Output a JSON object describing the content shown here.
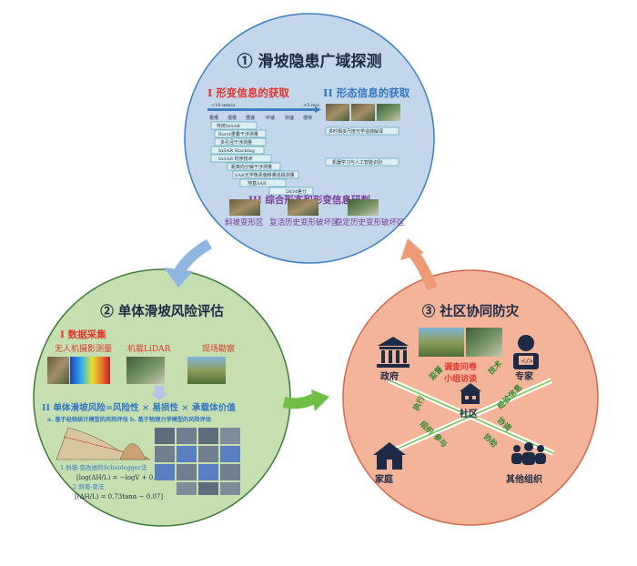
{
  "colors": {
    "circle1_fill": "#c3d6ea",
    "circle1_stroke": "#3b80c2",
    "circle2_fill": "#c6dfb0",
    "circle2_stroke": "#3d7a3b",
    "circle3_fill": "#f4b49a",
    "circle3_stroke": "#d2674a",
    "arrow_blue": "#8fb6e0",
    "arrow_green": "#6fbf46",
    "arrow_orange": "#ee9a74",
    "red_text": "#e0362c",
    "blue_text": "#3376c4",
    "purple_text": "#7a3a9a",
    "dark_text": "#1d2b46"
  },
  "circle1": {
    "title": "① 滑坡隐患广域探测",
    "part1_title": "I 形变信息的获取",
    "part2_title": "II 形态信息的获取",
    "part3_title": "III 综合形态和形变信息研判",
    "speed_left": "<10 mm/a",
    "speed_right": ">5 m/s",
    "speed_labels": [
      "极慢",
      "很慢",
      "慢速",
      "中速",
      "快速",
      "很快"
    ],
    "methods": [
      "传统InSAR",
      "Burst重叠干涉测量",
      "多孔径干涉测量",
      "InSAR Stacking",
      "InSAR 时序技术",
      "距离向分解干涉测量",
      "SAR光学像素偏移量追踪测量",
      "地基SAR",
      "DEM差分"
    ],
    "morph_methods": [
      "多时相多尺度光学遥感解译",
      "机器学习与人工智能识别"
    ],
    "examples": [
      "斜坡变形区",
      "复活历史变形破坏区",
      "稳定历史变形破坏区"
    ]
  },
  "circle2": {
    "title": "② 单体滑坡风险评估",
    "part1_title": "I 数据采集",
    "sources": [
      "无人机摄影测量",
      "机载LiDAR",
      "现场勘察"
    ],
    "formula": "II 单体滑坡风险=风险性 × 易损性 × 承载体价值",
    "methods_line": "a. 基于经验统计模型的风险评估 b. 基于物理力学模型的风险评估",
    "eq1_label": "1 斜坡-变改进的Scheidegger法",
    "eq1": "[log(ΔH/L) = −logV + 0.1]",
    "eq2_label": "2 斜坡-变法",
    "eq2": "[(ΔH/L) = 0.73tanα − 0.07]"
  },
  "circle3": {
    "title": "③ 社区协同防灾",
    "center": "社区",
    "nodes": [
      "政府",
      "专家",
      "家庭",
      "其他组织"
    ],
    "survey": [
      "调查问卷",
      "小组访谈"
    ],
    "edge_labels": [
      "执行",
      "监督",
      "技术",
      "经验信息",
      "组织",
      "参与",
      "协调",
      "协助"
    ]
  }
}
